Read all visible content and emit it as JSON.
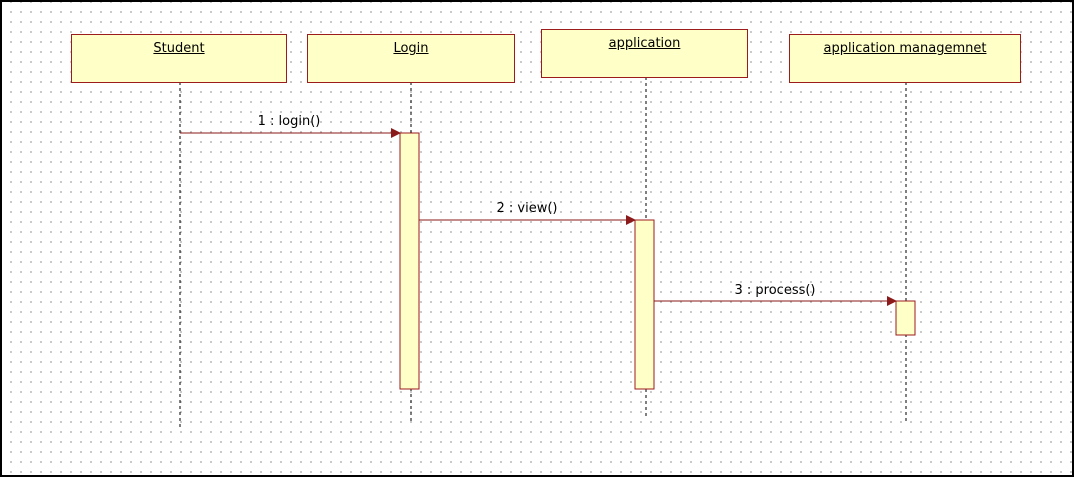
{
  "diagram": {
    "type": "uml-sequence",
    "lifelines": [
      {
        "id": "student",
        "name": "Student"
      },
      {
        "id": "login",
        "name": "Login"
      },
      {
        "id": "application",
        "name": "application"
      },
      {
        "id": "app-mgmt",
        "name": "application managemnet"
      }
    ],
    "messages": [
      {
        "label": "1 : login()",
        "from": "Student",
        "to": "Login"
      },
      {
        "label": "2 : view()",
        "from": "Login",
        "to": "application"
      },
      {
        "label": "3 : process()",
        "from": "application",
        "to": "application managemnet"
      }
    ],
    "colors": {
      "box_fill": "#ffffc8",
      "box_border": "#9c1b1b",
      "message_line": "#8b1a1a",
      "lifeline": "#000000",
      "frame_border": "#000000",
      "grid_dot": "#b9b9b9"
    }
  }
}
